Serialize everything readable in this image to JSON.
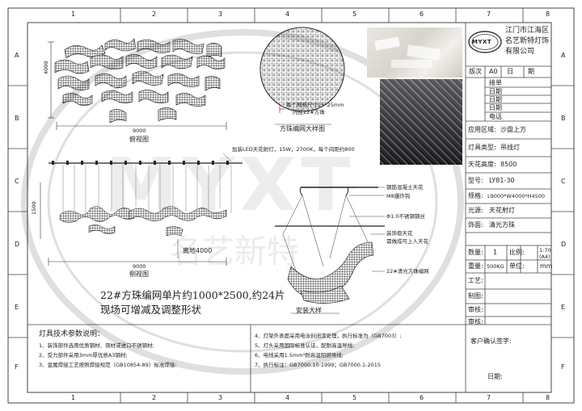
{
  "grid": {
    "cols": [
      "1",
      "2",
      "3",
      "4",
      "5",
      "6",
      "7",
      "8"
    ],
    "rows": [
      "A",
      "B",
      "C",
      "D",
      "E",
      "F"
    ]
  },
  "company": {
    "name_lines": [
      "江门市江海区",
      "名艺新特灯饰",
      "有限公司"
    ],
    "logo_text": "MYXT"
  },
  "watermark": {
    "text": "MYXT",
    "sub_text": "名艺新特"
  },
  "title_block": {
    "version_row": [
      "版次",
      "A0",
      "日",
      "期"
    ],
    "sign_rows": [
      "接单",
      "日期",
      "日期",
      "日期",
      "电话"
    ],
    "fields": [
      {
        "label": "应用区域:",
        "value": "沙盘上方"
      },
      {
        "label": "灯具类型:",
        "value": "吊线灯"
      },
      {
        "label": "天花高度:",
        "value": "8500"
      },
      {
        "label": "型号:",
        "value": "LY81-30"
      },
      {
        "label": "规格:",
        "value": "L9000*W4000*H4500"
      },
      {
        "label": "光源:",
        "value": "天花射灯"
      },
      {
        "label": "饰面:",
        "value": "清光方珠"
      }
    ],
    "qty_label": "数量:",
    "qty_value": "1",
    "scale_label": "比例:",
    "scale_value": "1:70",
    "paper": "(A4)",
    "weight_label": "重量:",
    "weight_value": "500KG",
    "unit_label": "单位:",
    "unit_value": "mm",
    "process_rows": [
      "工艺:",
      "制图:",
      "审核:",
      "审核:"
    ],
    "customer_confirm": "客户确认签字:",
    "date_label": "日期:"
  },
  "top_view": {
    "caption": "俯视图",
    "width_dim": "9000",
    "height_dim": "4000"
  },
  "mesh_detail": {
    "caption": "方珠编网大样图",
    "note1": "每个网格尺寸25*25mm",
    "note2": "内挂22#方珠"
  },
  "side_view": {
    "caption": "侧视图",
    "width_dim": "9000",
    "height_dim": "1500",
    "ground_note": "离地4000",
    "spotlight_note": "加装LED天花射灯，15W，2700K，每个间距约800"
  },
  "install": {
    "caption": "安装大样",
    "notes": [
      "钢筋混凝土天花",
      "M8爆炸钩",
      "Φ1.0不锈钢钢丝",
      "装饰假天花",
      "需做成可上人天花",
      "22#清光方珠编网"
    ]
  },
  "main_note": {
    "line1": "22#方珠编网单片约1000*2500,约24片",
    "line2": "现场可增减及调整形状"
  },
  "specs": {
    "title": "灯具技术参数说明：",
    "left": [
      "1、装饰部件选用优质钢材、铜材或进口不锈钢材;",
      "2、受力部件采用3mm厚优质A3钢材;",
      "3、金属焊接工艺按照焊接规范（GB10854-89）标准焊接;"
    ],
    "right": [
      "4、灯架外表面采用电泳封闭漆处理，执行标准为（GB7003）;",
      "5、灯头采用国际标准认证，配耐高温导线;",
      "6、电线采用1.5mm²耐高温阻燃导线;",
      "7、执行标注：GB7000.10-1999；GB7000.1-2015"
    ]
  }
}
